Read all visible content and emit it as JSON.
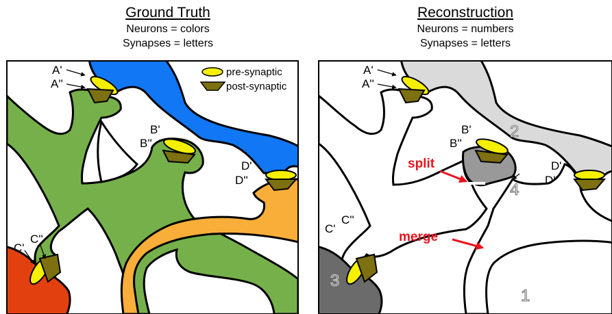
{
  "left_panel": {
    "title": "Ground Truth",
    "line1": "Neurons = colors",
    "line2": "Synapses = letters",
    "legend": {
      "pre": "pre-synaptic",
      "post": "post-synaptic"
    }
  },
  "right_panel": {
    "title": "Reconstruction",
    "line1": "Neurons = numbers",
    "line2": "Synapses = letters",
    "split": "split",
    "merge": "merge",
    "neurons": [
      "1",
      "2",
      "3",
      "4"
    ]
  },
  "synapse_labels": {
    "a1": "A'",
    "a2": "A''",
    "b1": "B'",
    "b2": "B''",
    "c1": "C'",
    "c2": "C''",
    "d1": "D'",
    "d2": "D''"
  },
  "colors": {
    "blue": "#1177f5",
    "green": "#76b04a",
    "orange": "#f8ae38",
    "red": "#e34010",
    "pre": "#f5ef00",
    "post": "#7c7010",
    "light_gray": "#dadada",
    "mid_gray": "#999999",
    "dark_gray": "#6b6b6b"
  }
}
